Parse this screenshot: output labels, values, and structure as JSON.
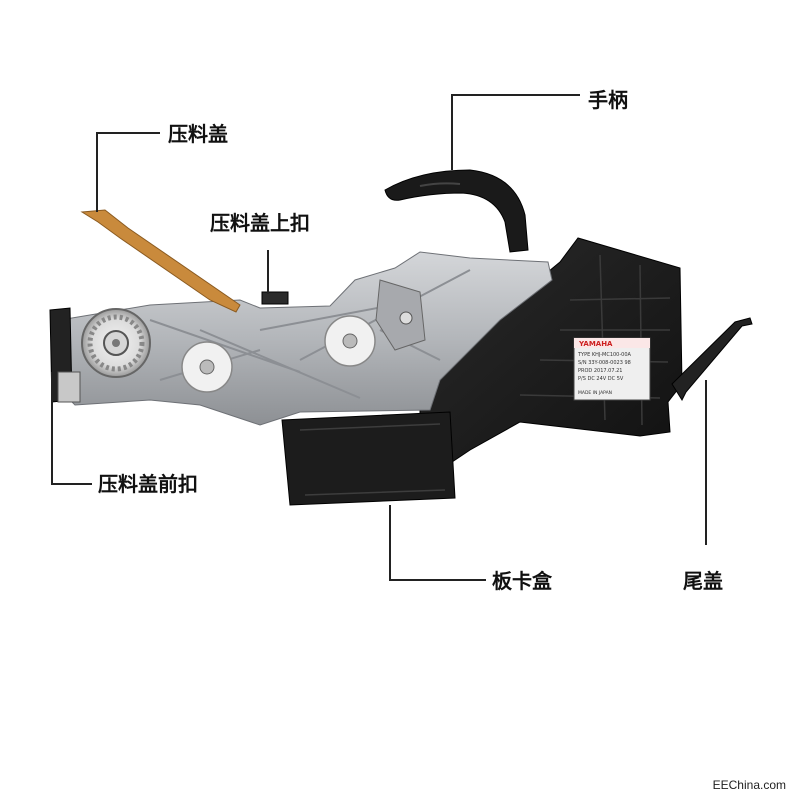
{
  "labels": {
    "press_cover": "压料盖",
    "press_cover_top_latch": "压料盖上扣",
    "press_cover_front_latch": "压料盖前扣",
    "handle": "手柄",
    "card_box": "板卡盒",
    "tail_cover": "尾盖"
  },
  "nameplate": {
    "brand": "YAMAHA",
    "line1": "TYPE  KHJ-MC100-00A",
    "line2": "S/N  33Y-008-0023 98",
    "line3": "PROD  2017.07.21",
    "line4": "P/S  DC 24V  DC 5V",
    "line5": "MADE IN JAPAN"
  },
  "watermark": "EEChina.com",
  "colors": {
    "background": "#ffffff",
    "label_text": "#111111",
    "leader_line": "#222222",
    "housing_black": "#1b1b1b",
    "metal_plate": "#b9bcc0",
    "copper_arm": "#c98a3c",
    "brand_red": "#cc1f1f"
  }
}
